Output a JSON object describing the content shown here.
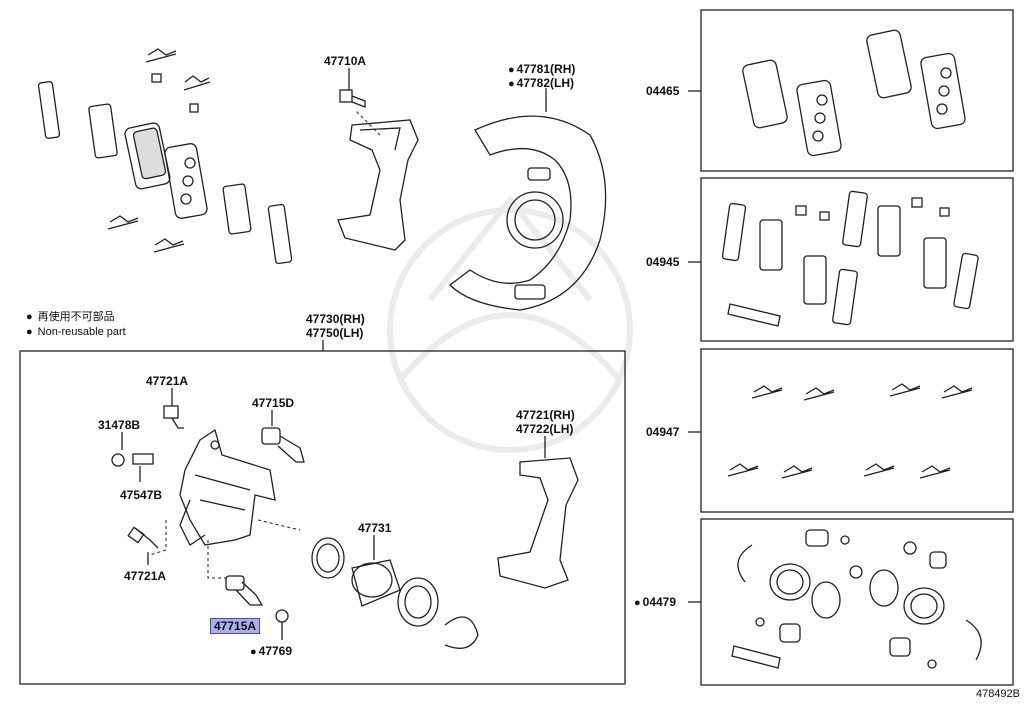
{
  "legend": {
    "non_reusable_jp": "再使用不可部品",
    "non_reusable_en": "Non-reusable part"
  },
  "parts": {
    "p47710A": "47710A",
    "p47781": "47781(RH)",
    "p47782": "47782(LH)",
    "p47730": "47730(RH)",
    "p47750": "47750(LH)",
    "p47721A_top": "47721A",
    "p47715D": "47715D",
    "p31478B": "31478B",
    "p47547B": "47547B",
    "p47721A_bottom": "47721A",
    "p47715A": "47715A",
    "p47769": "47769",
    "p47731": "47731",
    "p47721": "47721(RH)",
    "p47722": "47722(LH)"
  },
  "kits": {
    "k04465": "04465",
    "k04945": "04945",
    "k04947": "04947",
    "k04479": "04479"
  },
  "figure_number": "478492B",
  "colors": {
    "line": "#222222",
    "highlight": "#aab0ea",
    "highlight_border": "#4450b0"
  }
}
